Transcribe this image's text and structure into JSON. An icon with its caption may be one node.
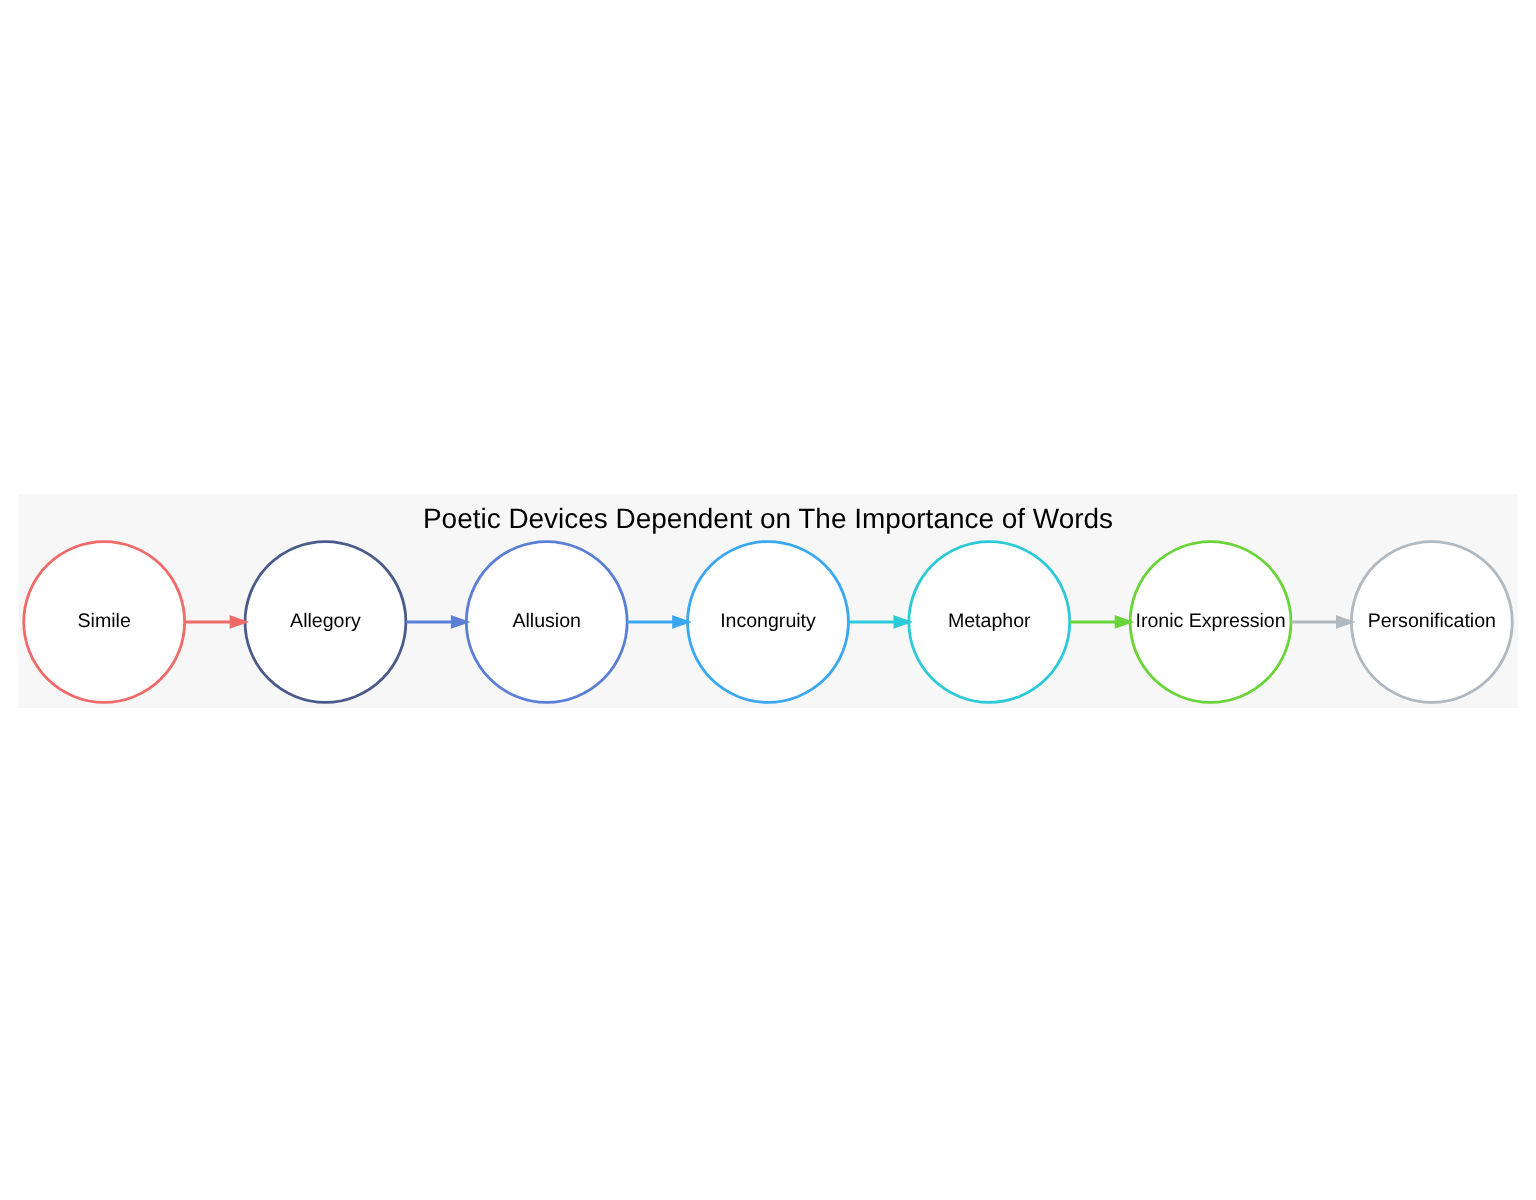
{
  "diagram": {
    "title": "Poetic Devices Dependent on The Importance of Words",
    "nodes": [
      {
        "text": [
          "Simile"
        ]
      },
      {
        "text": [
          "Allegory"
        ]
      },
      {
        "text": [
          "Allusion"
        ]
      },
      {
        "text": [
          "Incongruity"
        ]
      },
      {
        "text": [
          "Metaphor"
        ]
      },
      {
        "text": [
          "Ironic Expression"
        ]
      },
      {
        "text": [
          "Personification"
        ]
      }
    ],
    "edges": [
      {
        "from": 0,
        "to": 1,
        "arrow": "to",
        "color": "#f06a6a"
      },
      {
        "from": 1,
        "to": 2,
        "arrow": "to",
        "color": "#5b7fd6"
      },
      {
        "from": 2,
        "to": 3,
        "arrow": "to",
        "color": "#3aa8f0"
      },
      {
        "from": 3,
        "to": 4,
        "arrow": "to",
        "color": "#2cc9d8"
      },
      {
        "from": 4,
        "to": 5,
        "arrow": "to",
        "color": "#6ad43a"
      },
      {
        "from": 5,
        "to": 6,
        "arrow": "to",
        "color": "#b0b8c0"
      }
    ]
  }
}
